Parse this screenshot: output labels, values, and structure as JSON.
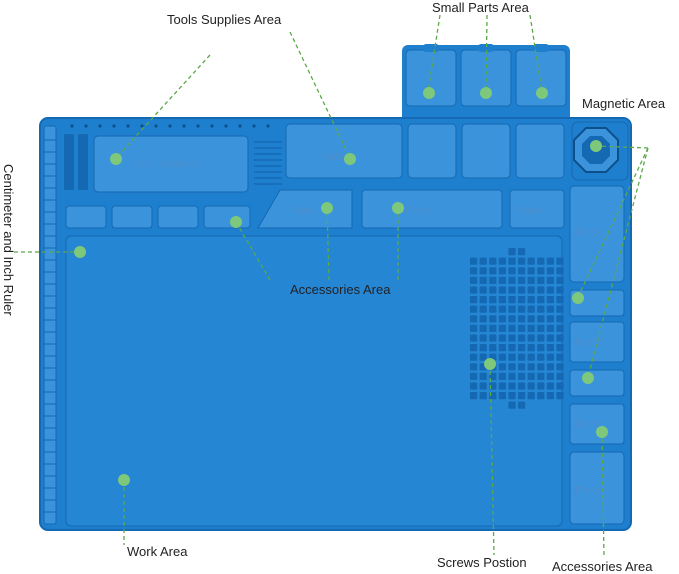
{
  "labels": {
    "tools_supplies": "Tools Supplies Area",
    "small_parts": "Small Parts Area",
    "magnetic": "Magnetic  Area",
    "ruler": "Centimeter and Inch Ruler",
    "accessories_top": "Accessories Area",
    "work": "Work Area",
    "screws": "Screws Postion",
    "accessories_right": "Accessories Area"
  },
  "embossed": {
    "tools": "Tool Supplies",
    "parts": "Parts"
  },
  "colors": {
    "mat": "#1f7fcf",
    "mat_dark": "#1568b2",
    "mat_light": "#3a93db",
    "marker": "#7dc87a",
    "leader": "#5aa84a",
    "text": "#222222"
  },
  "icons": {
    "marker": "green-dot-marker",
    "magnet": "octagon-magnet-icon"
  }
}
